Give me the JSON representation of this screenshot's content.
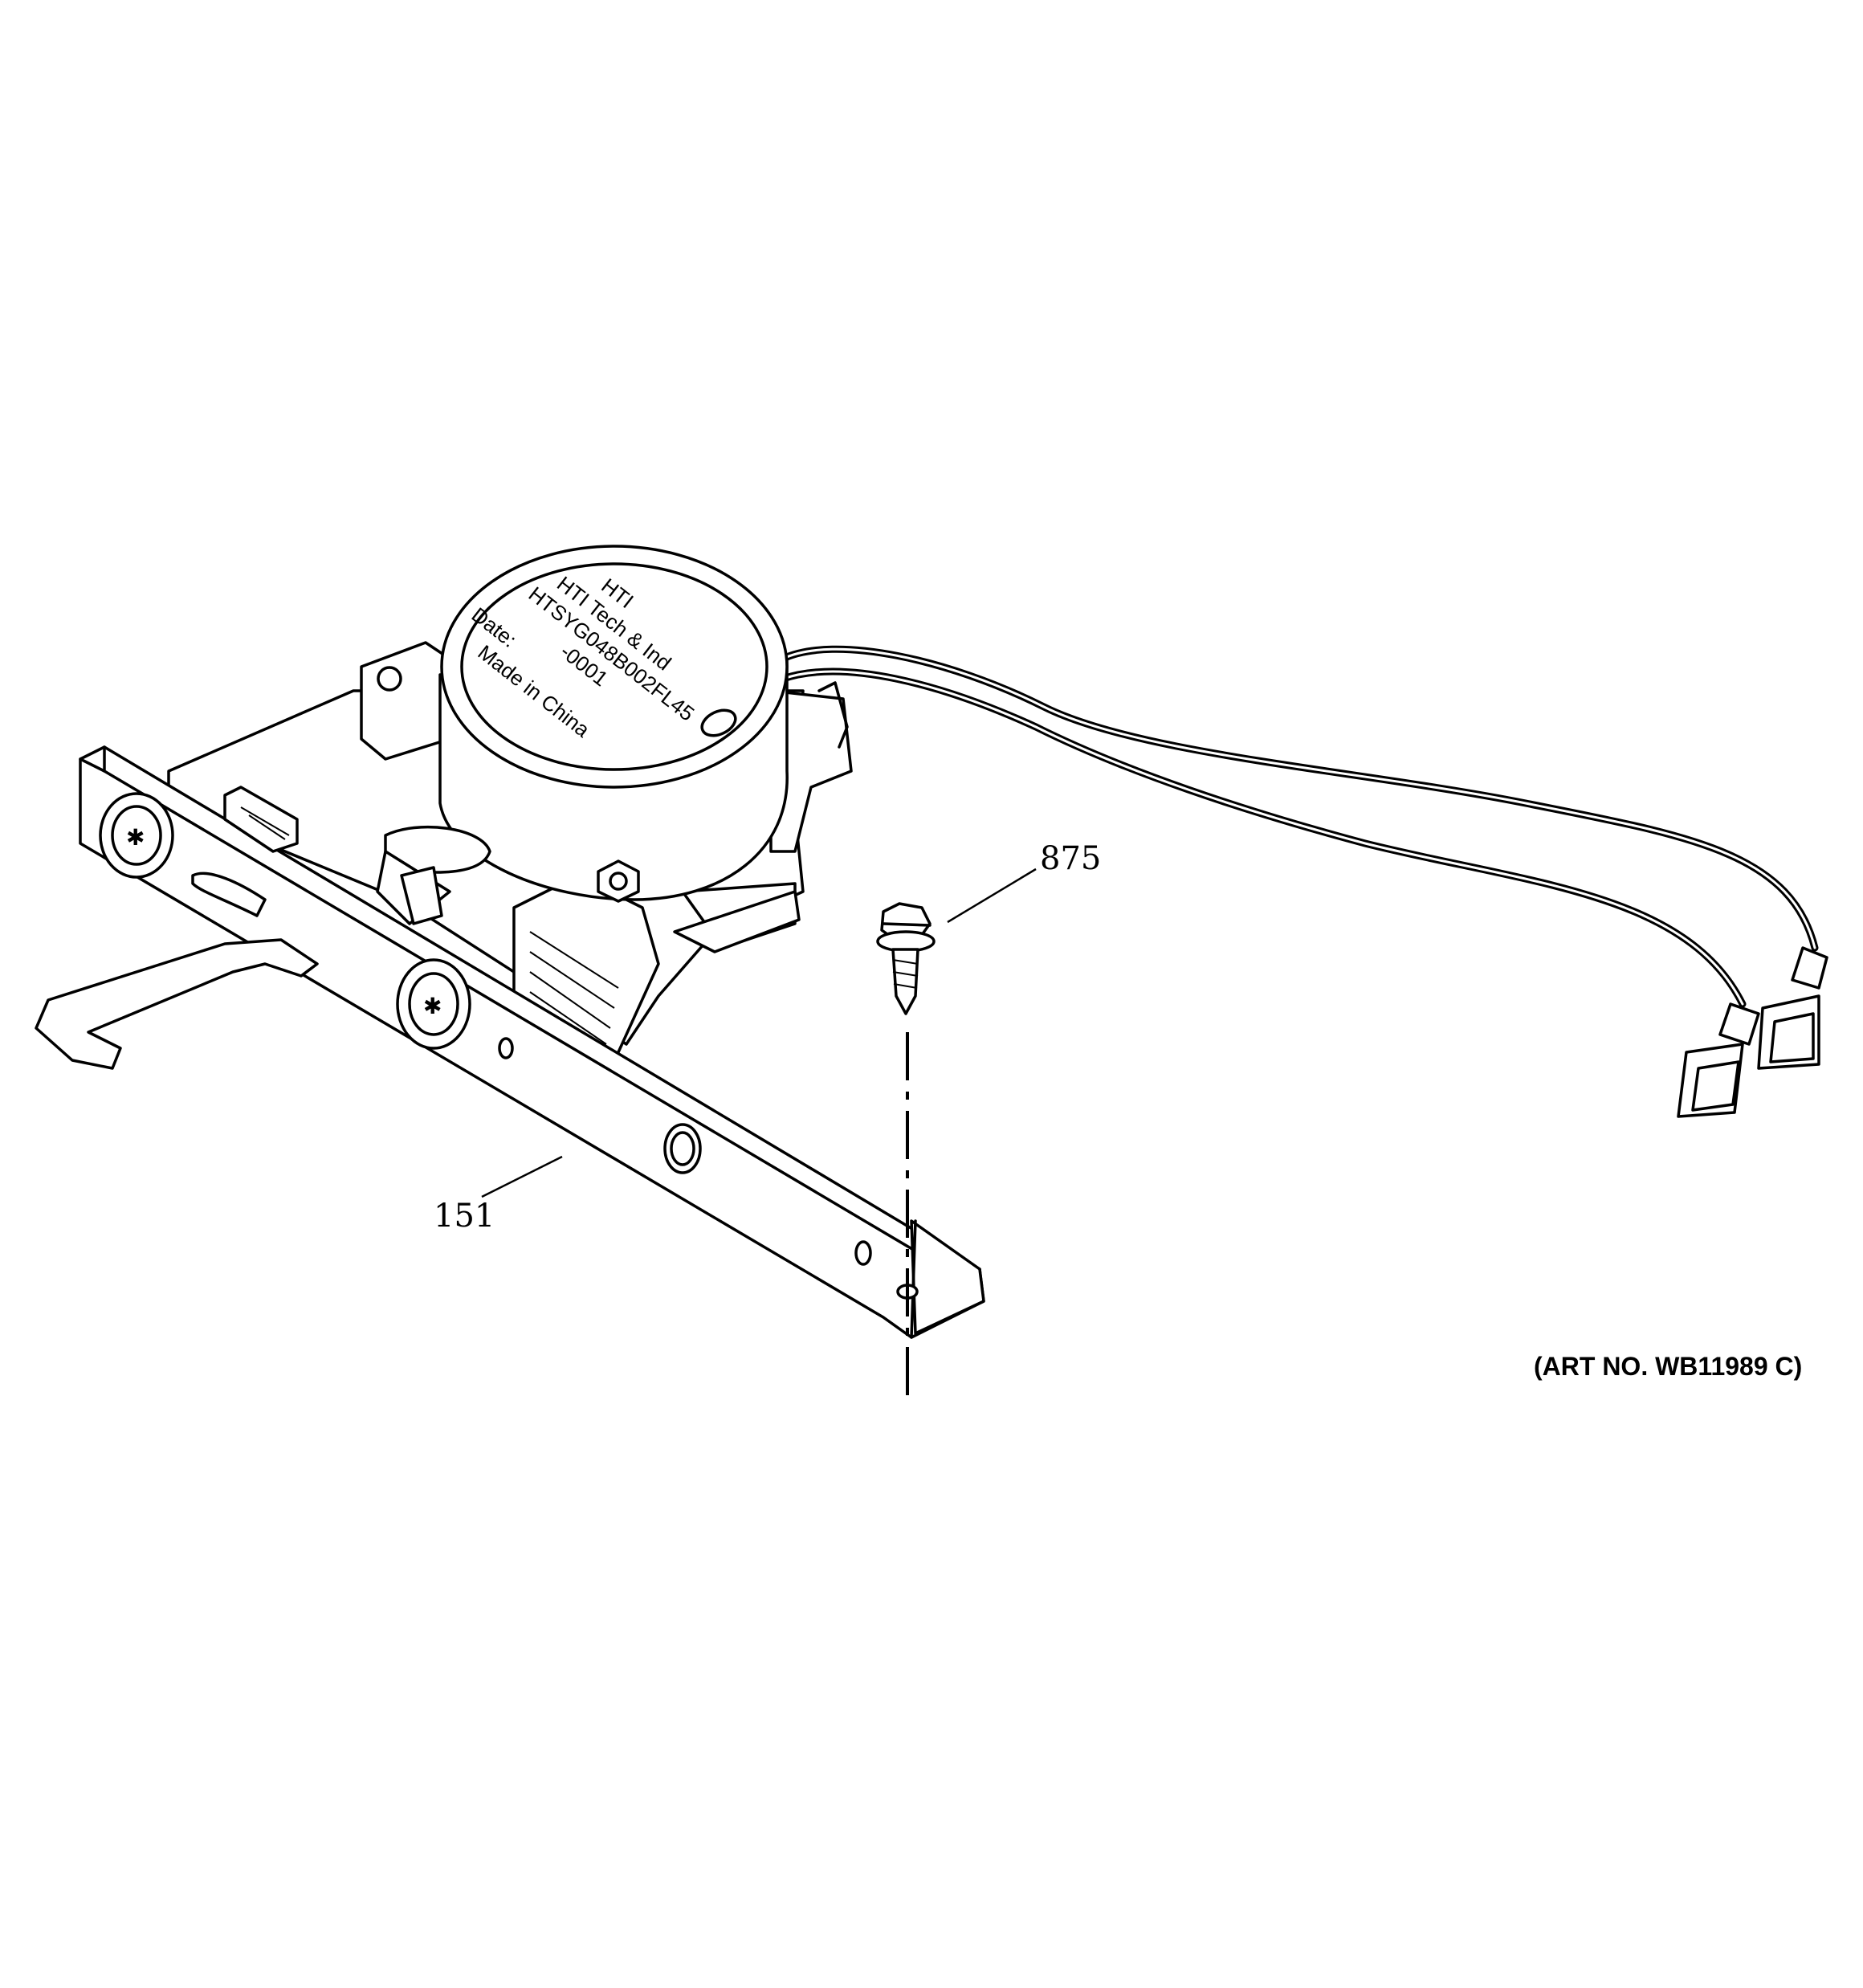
{
  "callouts": {
    "bracket_part": "151",
    "screw_part": "875"
  },
  "motor_label": {
    "line1": "HTI",
    "line2": "HTI Tech & Ind",
    "line3": "HTSYG048B002FL45",
    "line4": "-0001",
    "line5": "Date:",
    "line6": "Made in China"
  },
  "art_number": "(ART NO. WB11989 C)"
}
